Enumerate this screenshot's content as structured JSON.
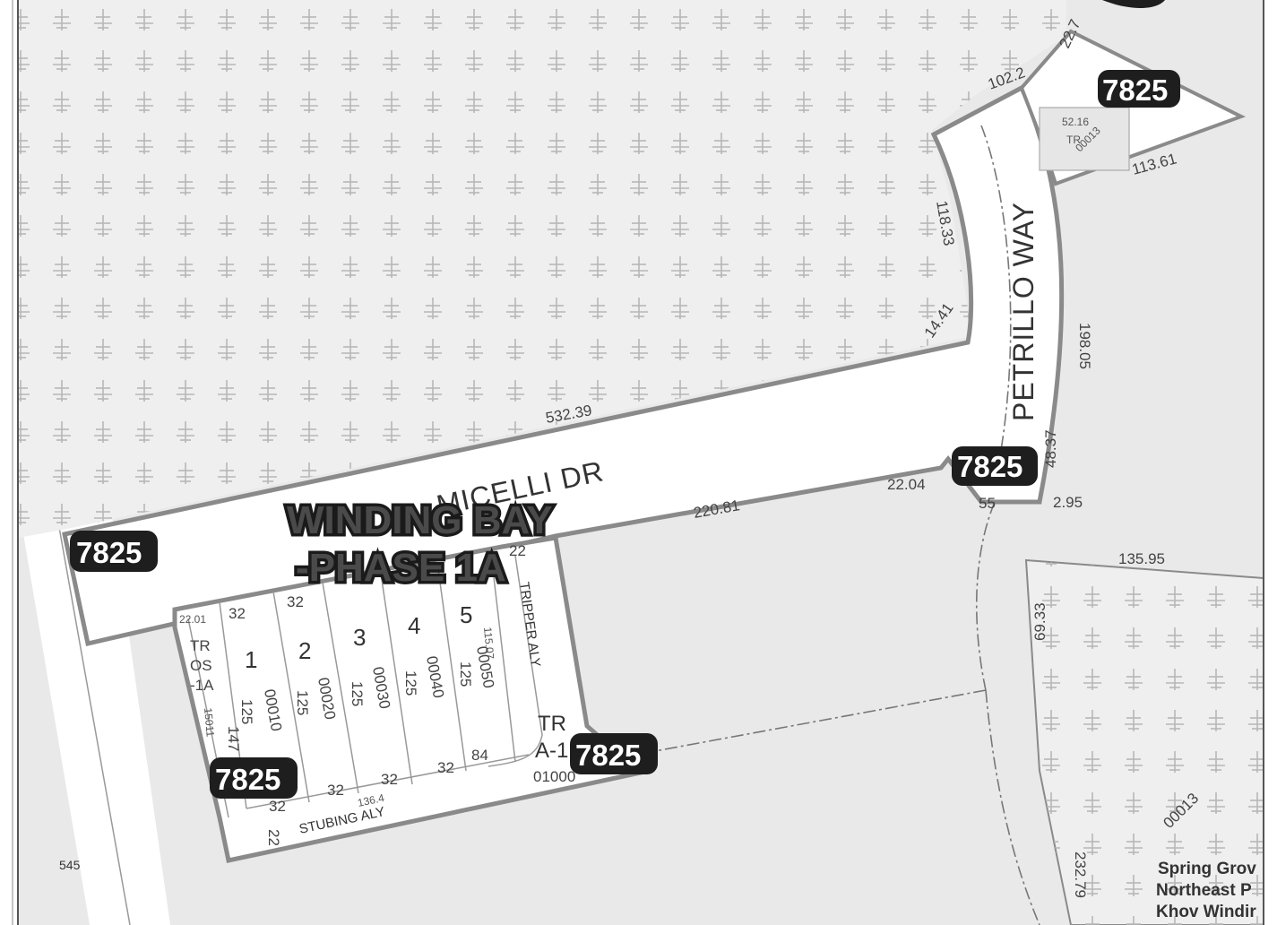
{
  "subdivision": {
    "line1": "WINDING BAY",
    "line2": "-PHASE 1A"
  },
  "map_id": "7825",
  "streets": {
    "petrillo": "PETRILLO WAY",
    "micelli": "MICELLI DR",
    "tripper": "TRIPPER ALY",
    "stubing": "STUBING ALY"
  },
  "dimensions": {
    "d532": "532.39",
    "d220": "220.81",
    "d22_04": "22.04",
    "d2_95": "2.95",
    "d48": "48.37",
    "d198": "198.05",
    "d118": "118.33",
    "d14": "14.41",
    "d102": "102.2",
    "d113": "113.61",
    "d135": "135.95",
    "d69": "69.33",
    "d232": "232.79",
    "d55": "55",
    "d22_7": "22.7",
    "d125": "125",
    "d32": "32",
    "d22": "22",
    "d147": "147",
    "d115": "115.07",
    "d84": "84",
    "d22_01": "22.01",
    "d136": "136.4"
  },
  "lots": [
    {
      "num": "1",
      "id": "00010"
    },
    {
      "num": "2",
      "id": "00020"
    },
    {
      "num": "3",
      "id": "00030"
    },
    {
      "num": "4",
      "id": "00040"
    },
    {
      "num": "5",
      "id": "00050"
    }
  ],
  "tracts": {
    "os": [
      "TR",
      "OS",
      "-1A"
    ],
    "os_id": "15011",
    "a1_line1": "TR",
    "a1_line2": "A-1",
    "a1_id": "01000",
    "ne_tr": "TR",
    "ne_id1": "00013",
    "ne_small": "52.16",
    "parcel_00013": "00013"
  },
  "page_number": "545",
  "legend": [
    "Spring Grov",
    "Northeast P",
    "Khov Windir"
  ],
  "colors": {
    "background": "#ffffff",
    "parcel_fill": "#ebebeb",
    "road_fill": "#ffffff",
    "boundary": "#8a8a8a",
    "badge": "#1e1e1e"
  }
}
